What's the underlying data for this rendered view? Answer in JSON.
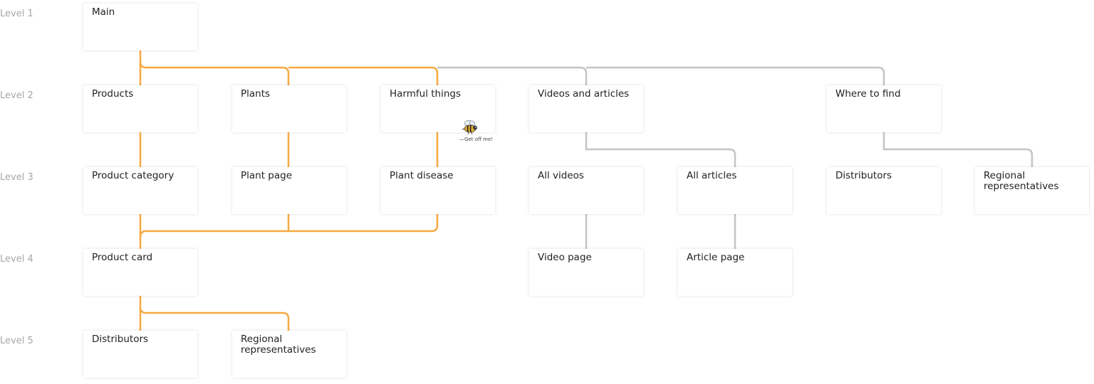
{
  "colors": {
    "accent": "#f7a943",
    "neutral": "#c4c4c4"
  },
  "levels": [
    "Level 1",
    "Level 2",
    "Level 3",
    "Level 4",
    "Level 5"
  ],
  "nodes": {
    "main": "Main",
    "products": "Products",
    "plants": "Plants",
    "harmful_things": "Harmful things",
    "videos_and_articles": "Videos and articles",
    "where_to_find": "Where to find",
    "product_category": "Product category",
    "plant_page": "Plant page",
    "plant_disease": "Plant disease",
    "all_videos": "All videos",
    "all_articles": "All articles",
    "distributors_l3": "Distributors",
    "regional_l3": "Regional representatives",
    "product_card": "Product card",
    "video_page": "Video page",
    "article_page": "Article page",
    "distributors_l5": "Distributors",
    "regional_l5": "Regional representatives"
  },
  "bee": {
    "icon": "bee-icon",
    "caption": "—Get off me!"
  }
}
